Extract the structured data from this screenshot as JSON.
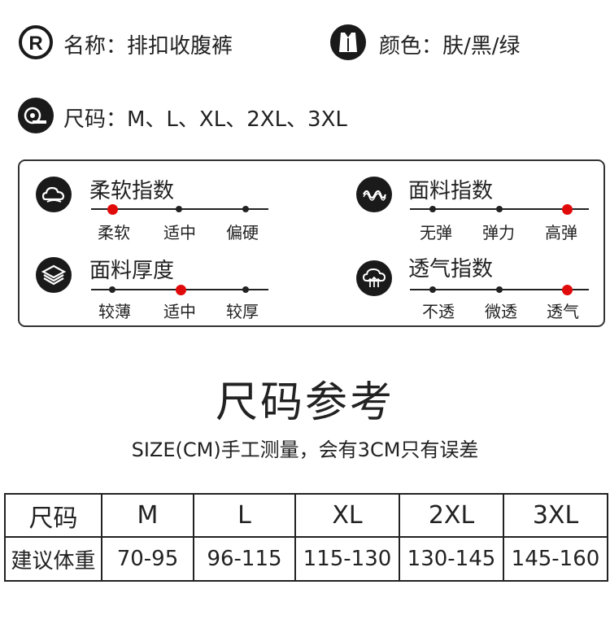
{
  "product": {
    "name_label": "名称：排扣收腹裤",
    "color_label": "颜色：肤/黑/绿",
    "size_label": "尺码：M、L、XL、2XL、3XL"
  },
  "icons": {
    "registered": "registered-trademark-icon",
    "garment": "garment-icon",
    "tape_measure": "tape-measure-icon",
    "softness": "cloud-soft-icon",
    "elasticity": "wave-elastic-icon",
    "thickness": "layers-icon",
    "breathability": "breathable-cloud-icon"
  },
  "metrics": [
    {
      "title": "柔软指数",
      "levels": [
        "柔软",
        "适中",
        "偏硬"
      ],
      "selected": 0
    },
    {
      "title": "面料指数",
      "levels": [
        "无弹",
        "弹力",
        "高弹"
      ],
      "selected": 2
    },
    {
      "title": "面料厚度",
      "levels": [
        "较薄",
        "适中",
        "较厚"
      ],
      "selected": 1
    },
    {
      "title": "透气指数",
      "levels": [
        "不透",
        "微透",
        "透气"
      ],
      "selected": 2
    }
  ],
  "colors": {
    "selected_dot": "#e10a0a",
    "dot": "#222222"
  },
  "size_section": {
    "title": "尺码参考",
    "subtitle": "SIZE(CM)手工测量，会有3CM只有误差"
  },
  "size_table": {
    "header": [
      "尺码",
      "M",
      "L",
      "XL",
      "2XL",
      "3XL"
    ],
    "row": [
      "建议体重",
      "70-95",
      "96-115",
      "115-130",
      "130-145",
      "145-160"
    ]
  }
}
